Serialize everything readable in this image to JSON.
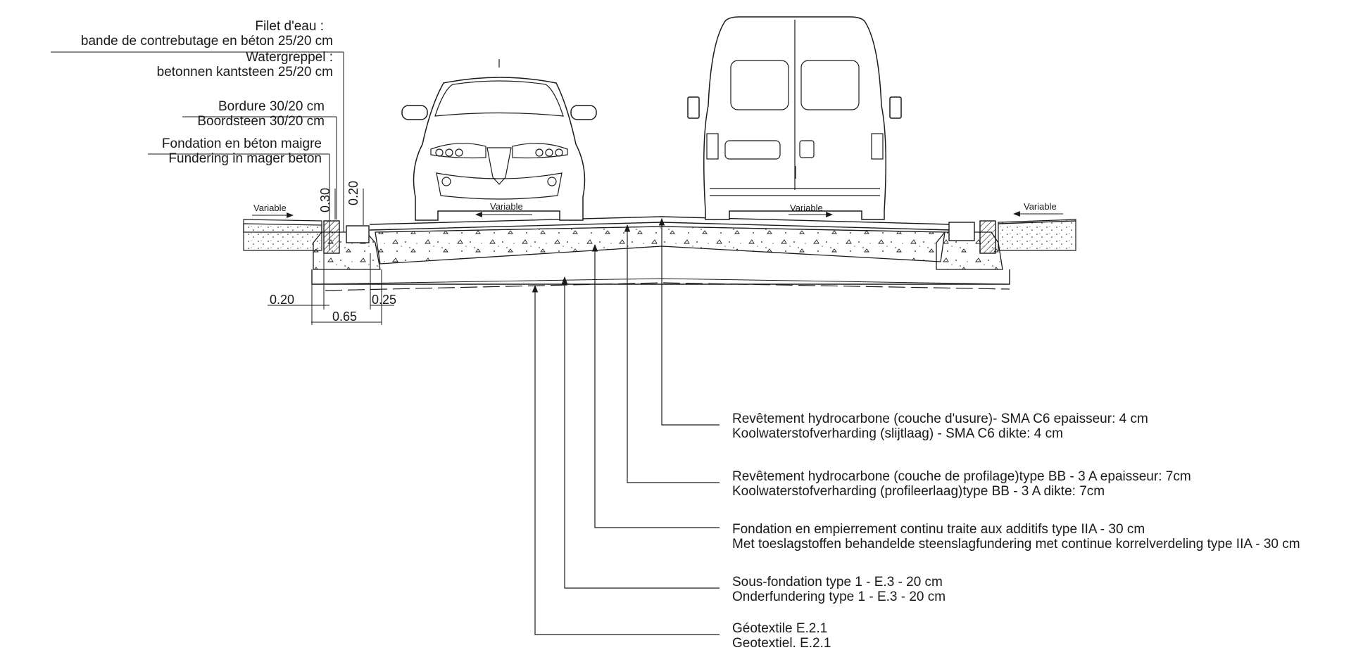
{
  "top_labels": [
    {
      "fr": "Filet d'eau :",
      "nl": ""
    },
    {
      "fr": "bande de contrebutage en béton 25/20 cm",
      "nl": ""
    },
    {
      "fr": "Watergreppel :",
      "nl": ""
    },
    {
      "fr": "betonnen kantsteen 25/20 cm",
      "nl": ""
    },
    {
      "fr": "Bordure 30/20 cm",
      "nl": ""
    },
    {
      "fr": "Boordsteen 30/20 cm",
      "nl": ""
    },
    {
      "fr": "Fondation en béton maigre",
      "nl": ""
    },
    {
      "fr": "Fundering in mager beton",
      "nl": ""
    }
  ],
  "variable_labels": [
    "Variable",
    "Variable",
    "Variable",
    "Variable"
  ],
  "dimensions": {
    "curb_height": "0.30",
    "gutter_height": "0.20",
    "left_offset": "0.20",
    "right_offset": "0.25",
    "total_width": "0.65"
  },
  "layers": [
    {
      "fr": "Revêtement hydrocarbone  (couche d'usure)- SMA C6  epaisseur: 4 cm",
      "nl": "Koolwaterstofverharding  (slijtlaag) - SMA C6 dikte: 4 cm"
    },
    {
      "fr": "Revêtement hydrocarbone (couche de profilage)type BB - 3 A epaisseur: 7cm",
      "nl": "Koolwaterstofverharding  (profileerlaag)type BB - 3 A dikte: 7cm"
    },
    {
      "fr": "Fondation en empierrement continu traite aux additifs type IIA  - 30 cm",
      "nl": "Met toeslagstoffen behandelde steenslagfundering met continue korrelverdeling type IIA - 30 cm"
    },
    {
      "fr": "Sous-fondation type 1 -  E.3 - 20 cm",
      "nl": "Onderfundering type 1 -  E.3 - 20 cm"
    },
    {
      "fr": "Géotextile E.2.1",
      "nl": "Geotextiel. E.2.1"
    }
  ]
}
